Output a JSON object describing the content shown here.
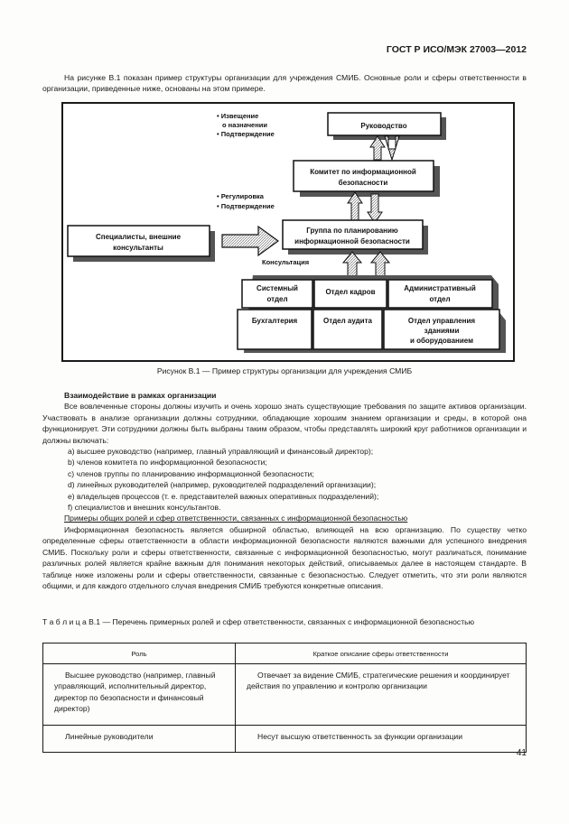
{
  "header": "ГОСТ Р ИСО/МЭК 27003—2012",
  "intro": "На рисунке B.1 показан пример структуры организации для учреждения СМИБ. Основные роли и сферы ответственности в организации, приведенные ниже, основаны на этом примере.",
  "figure": {
    "boxes": {
      "leadership": "Руководство",
      "committee_1": "Комитет по информационной",
      "committee_2": "безопасности",
      "group_1": "Группа по планированию",
      "group_2": "информационной безопасности",
      "specialists_1": "Специалисты, внешние",
      "specialists_2": "консультанты",
      "system_1": "Системный",
      "system_2": "отдел",
      "hr": "Отдел кадров",
      "admin_1": "Административный",
      "admin_2": "отдел",
      "accounting": "Бухгалтерия",
      "audit": "Отдел аудита",
      "facilities_1": "Отдел управления",
      "facilities_2": "зданиями",
      "facilities_3": "и оборудованием"
    },
    "notes": {
      "notify_1": "Извещение",
      "notify_2": "о назначении",
      "confirm": "Подтверждение",
      "regulate": "Регулировка",
      "confirm2": "Подтверждение",
      "consult": "Консультация"
    }
  },
  "caption": "Рисунок B.1 — Пример структуры организации для учреждения СМИБ",
  "section": {
    "title": "Взаимодействие в рамках организации",
    "p1": "Все вовлеченные стороны должны изучить и очень хорошо знать существующие требования по защите активов организации. Участвовать в анализе организации должны сотрудники, обладающие хорошим знанием организации и среды, в которой она функционирует. Эти сотрудники должны быть выбраны таким образом, чтобы представлять широкий круг работников организации и должны включать:",
    "items": [
      "a) высшее руководство (например, главный управляющий и финансовый директор);",
      "b) членов комитета по информационной безопасности;",
      "c) членов группы по планированию информационной безопасности;",
      "d) линейных руководителей (например, руководителей подразделений организации);",
      "e) владельцев процессов (т. е. представителей важных оперативных подразделений);",
      "f) специалистов и внешних консультантов."
    ],
    "subhead": "Примеры общих ролей и сфер ответственности, связанных с информационной безопасностью",
    "p2": "Информационная безопасность является обширной областью, влияющей на всю организацию. По существу четко определенные сферы ответственности в области информационной безопасности являются важными для успешного внедрения СМИБ. Поскольку роли и сферы ответственности, связанные с информационной безопасностью, могут различаться, понимание различных ролей является крайне важным для понимания некоторых действий, описываемых далее в настоящем стандарте. В таблице ниже изложены роли и сферы ответственности, связанные с безопасностью. Следует отметить, что эти роли являются общими, и для каждого отдельного случая внедрения СМИБ требуются конкретные описания."
  },
  "table": {
    "caption": "Т а б л и ц а B.1 — Перечень примерных ролей и сфер ответственности, связанных с информационной безопасностью",
    "headers": [
      "Роль",
      "Краткое описание сферы ответственности"
    ],
    "rows": [
      [
        "Высшее руководство (например, главный управляющий, исполнительный директор, директор по безопасности и финансовый директор)",
        "Отвечает за видение СМИБ, стратегические решения и координирует действия по управлению и контролю организации"
      ],
      [
        "Линейные руководители",
        "Несут высшую ответственность за функции организации"
      ]
    ]
  },
  "page_number": "41"
}
